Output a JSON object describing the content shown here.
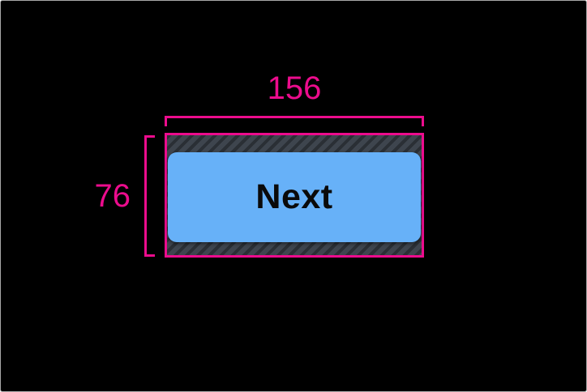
{
  "colors": {
    "canvas-bg": "#000000",
    "frame-border": "#a8a8a8",
    "accent-pink": "#ec0c8d",
    "hatch-bg": "#3e454e",
    "hatch-stripe": "#2a2f35",
    "button-fill": "#67b1f8",
    "button-text": "#0a0a0a"
  },
  "annotations": {
    "width_label": "156",
    "height_label": "76"
  },
  "button": {
    "label": "Next"
  }
}
